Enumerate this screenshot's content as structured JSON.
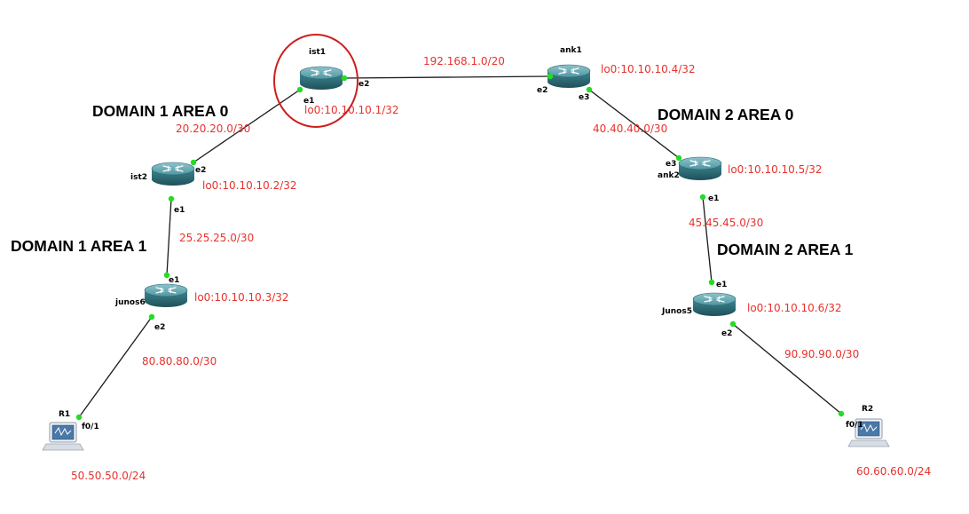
{
  "colors": {
    "label_red": "#e8322c",
    "port_green": "#22dd22",
    "router_teal": "#2f6f79",
    "highlight_circle": "#cc1f1f"
  },
  "domains": [
    {
      "label": "DOMAIN 1 AREA 0"
    },
    {
      "label": "DOMAIN 1 AREA 1"
    },
    {
      "label": "DOMAIN 2 AREA 0"
    },
    {
      "label": "DOMAIN 2 AREA 1"
    }
  ],
  "routers": [
    {
      "name": "ist1",
      "loopback": "lo0:10.10.10.1/32",
      "icon": "router-icon"
    },
    {
      "name": "ist2",
      "loopback": "lo0:10.10.10.2/32",
      "icon": "router-icon"
    },
    {
      "name": "junos6",
      "loopback": "lo0:10.10.10.3/32",
      "icon": "router-icon"
    },
    {
      "name": "ank1",
      "loopback": "lo0:10.10.10.4/32",
      "icon": "router-icon"
    },
    {
      "name": "ank2",
      "loopback": "lo0:10.10.10.5/32",
      "icon": "router-icon"
    },
    {
      "name": "Junos5",
      "loopback": "lo0:10.10.10.6/32",
      "icon": "router-icon"
    }
  ],
  "hosts": [
    {
      "name": "R1",
      "interface": "f0/1",
      "network": "50.50.50.0/24",
      "icon": "host-computer-icon"
    },
    {
      "name": "R2",
      "interface": "f0/1",
      "network": "60.60.60.0/24",
      "icon": "host-computer-icon"
    }
  ],
  "links": [
    {
      "network": "192.168.1.0/20",
      "a_if": "e2",
      "b_if": "e2"
    },
    {
      "network": "20.20.20.0/30",
      "a_if": "e1",
      "b_if": "e2"
    },
    {
      "network": "25.25.25.0/30",
      "a_if": "e1",
      "b_if": "e1"
    },
    {
      "network": "80.80.80.0/30",
      "a_if": "e2",
      "b_if": "f0/1"
    },
    {
      "network": "40.40.40.0/30",
      "a_if": "e3",
      "b_if": "e3"
    },
    {
      "network": "45.45.45.0/30",
      "a_if": "e1",
      "b_if": "e1"
    },
    {
      "network": "90.90.90.0/30",
      "a_if": "e2",
      "b_if": "f0/1"
    }
  ]
}
